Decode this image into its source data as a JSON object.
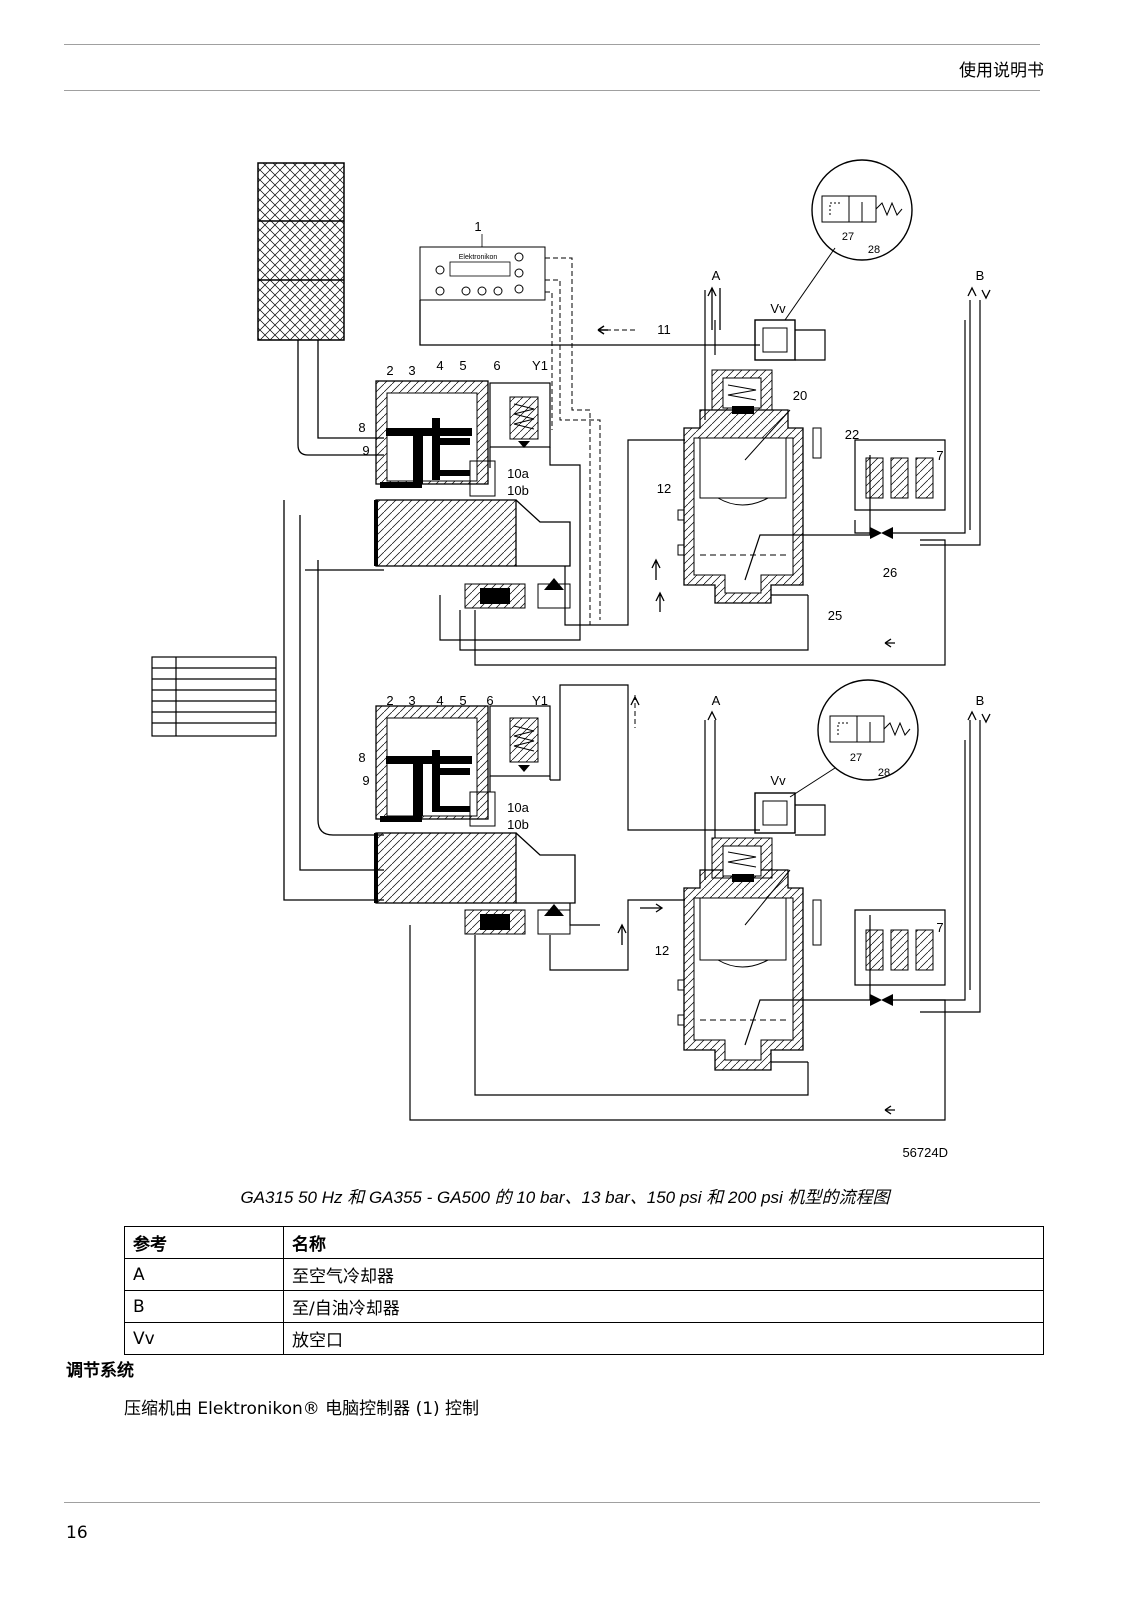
{
  "header": {
    "title": "使用说明书"
  },
  "diagram": {
    "drawing_number": "56724D",
    "controller_label": "Elektronikon",
    "labels": {
      "l1": "1",
      "l2": "2",
      "l3": "3",
      "l4": "4",
      "l5": "5",
      "l6": "6",
      "l7": "7",
      "l8": "8",
      "l9": "9",
      "l10a": "10a",
      "l10b": "10b",
      "l11": "11",
      "l12": "12",
      "l20": "20",
      "l22": "22",
      "l25": "25",
      "l26": "26",
      "l27": "27",
      "l28": "28",
      "A": "A",
      "B": "B",
      "Y1": "Y1",
      "Vv": "Vv"
    }
  },
  "caption": "GA315 50 Hz 和 GA355 - GA500 的 10 bar、13 bar、150 psi 和 200 psi 机型的流程图",
  "legend": {
    "headers": {
      "ref": "参考",
      "name": "名称"
    },
    "rows": [
      {
        "ref": "A",
        "name": "至空气冷却器"
      },
      {
        "ref": "B",
        "name": "至/自油冷却器"
      },
      {
        "ref": "Vv",
        "name": "放空口"
      }
    ]
  },
  "section": {
    "title": "调节系统",
    "text": "压缩机由 Elektronikon® 电脑控制器 (1) 控制"
  },
  "footer": {
    "page_number": "16"
  }
}
